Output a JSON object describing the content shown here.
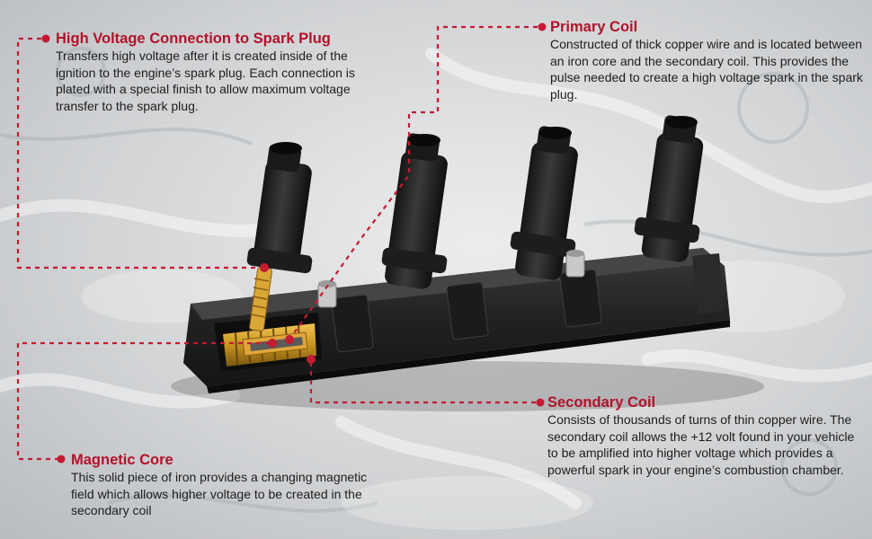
{
  "colors": {
    "accent": "#b3122b",
    "text": "#1d1d1d",
    "coil_body": "#1f1f1f",
    "copper": "#c8951f"
  },
  "callouts": {
    "high_voltage": {
      "title": "High Voltage Connection to Spark Plug",
      "text": "Transfers high voltage after it is  created inside of the ignition to the engine’s spark plug. Each connection is plated with a special finish to allow maximum voltage transfer to the spark plug."
    },
    "primary_coil": {
      "title": "Primary Coil",
      "text": "Constructed of thick copper wire and is located between an iron core and the secondary coil. This provides the pulse needed to create a high voltage spark in the spark plug."
    },
    "secondary_coil": {
      "title": "Secondary Coil",
      "text": "Consists of thousands of turns of thin copper wire. The secondary coil allows the +12 volt found in your vehicle to be amplified into higher voltage which provides a powerful spark in your engine’s combustion chamber."
    },
    "magnetic_core": {
      "title": "Magnetic Core",
      "text": "This solid piece of iron provides a changing magnetic field which allows higher voltage to be created in the secondary coil"
    }
  }
}
